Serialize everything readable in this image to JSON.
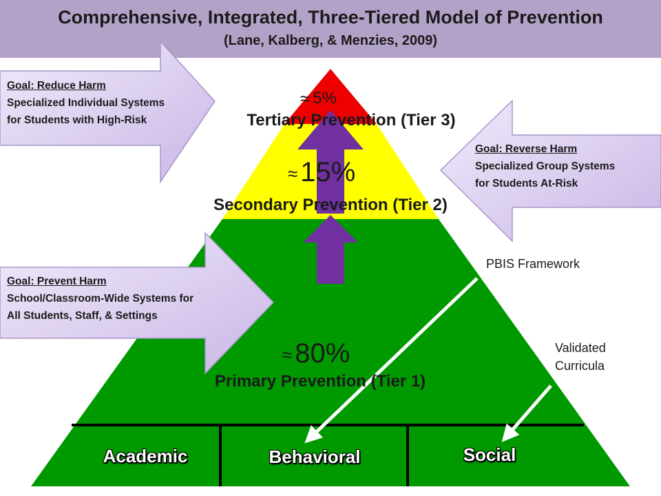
{
  "header": {
    "title": "Comprehensive, Integrated, Three-Tiered  Model of Prevention",
    "subtitle": "(Lane, Kalberg, & Menzies, 2009)"
  },
  "tiers": [
    {
      "percent": "5%",
      "approx_symbol": "≈",
      "label": "Tertiary Prevention  (Tier 3)",
      "color": "#ee0000"
    },
    {
      "percent": "15%",
      "approx_symbol": "≈",
      "label": "Secondary Prevention (Tier 2)",
      "color": "#ffff00"
    },
    {
      "percent": "80%",
      "approx_symbol": "≈",
      "label": "Primary Prevention (Tier 1)",
      "color": "#009900"
    }
  ],
  "goals": [
    {
      "title": "Goal: Reduce Harm",
      "line1": "Specialized Individual Systems",
      "line2": "for Students with High-Risk"
    },
    {
      "title": "Goal: Reverse Harm",
      "line1": "Specialized Group Systems",
      "line2": "for Students At-Risk"
    },
    {
      "title": "Goal: Prevent Harm",
      "line1": "School/Classroom-Wide Systems for",
      "line2": "All Students, Staff, & Settings"
    }
  ],
  "labels": {
    "pbis": "PBIS Framework",
    "curricula_line1": "Validated",
    "curricula_line2": "Curricula"
  },
  "domains": [
    "Academic",
    "Behavioral",
    "Social"
  ],
  "colors": {
    "header_bg": "#b3a2c7",
    "callout_fill": "#ddd0f0",
    "tier_arrow": "#7030a0"
  }
}
